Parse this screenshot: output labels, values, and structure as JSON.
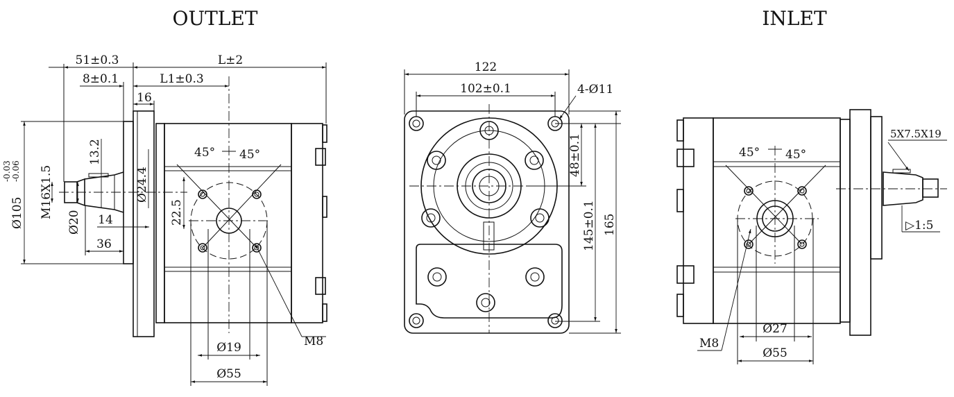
{
  "titles": {
    "outlet": "OUTLET",
    "inlet": "INLET"
  },
  "outlet_view": {
    "dim_51": "51±0.3",
    "dim_L": "L±2",
    "dim_8": "8±0.1",
    "dim_L1": "L1±0.3",
    "dim_16": "16",
    "dim_132": "13.2",
    "dim_244": "Ø24.4",
    "dim_225": "22.5",
    "dim_105": "Ø105",
    "tol_upper": "-0.03",
    "tol_lower": "-0.06",
    "dim_m16": "M16X1.5",
    "dim_20": "Ø20",
    "dim_14": "14",
    "dim_36": "36",
    "angle_left": "45°",
    "angle_right": "45°",
    "dim_19": "Ø19",
    "dim_55": "Ø55",
    "thread_m8": "M8"
  },
  "front_view": {
    "dim_122": "122",
    "dim_102": "102±0.1",
    "holes": "4-Ø11",
    "dim_48": "48±0.1",
    "dim_145": "145±0.1",
    "dim_165": "165"
  },
  "inlet_view": {
    "angle_left": "45°",
    "angle_right": "45°",
    "key": "5X7.5X19",
    "taper": "▷1:5",
    "dim_27": "Ø27",
    "dim_55": "Ø55",
    "thread_m8": "M8"
  }
}
